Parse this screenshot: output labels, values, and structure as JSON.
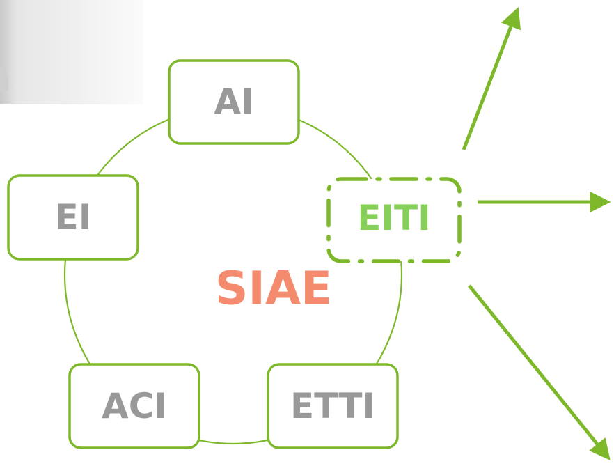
{
  "diagram": {
    "center_label": "SIAE",
    "nodes": [
      {
        "id": "ai",
        "label": "AI"
      },
      {
        "id": "ei",
        "label": "EI"
      },
      {
        "id": "eiti",
        "label": "EITI"
      },
      {
        "id": "aci",
        "label": "ACI"
      },
      {
        "id": "etti",
        "label": "ETTI"
      }
    ],
    "highlighted_node": "EITI"
  },
  "colors": {
    "green": "#7db82a",
    "label_gray": "#999999",
    "highlight_green": "#86d05a",
    "center_salmon": "#f58b6e"
  }
}
